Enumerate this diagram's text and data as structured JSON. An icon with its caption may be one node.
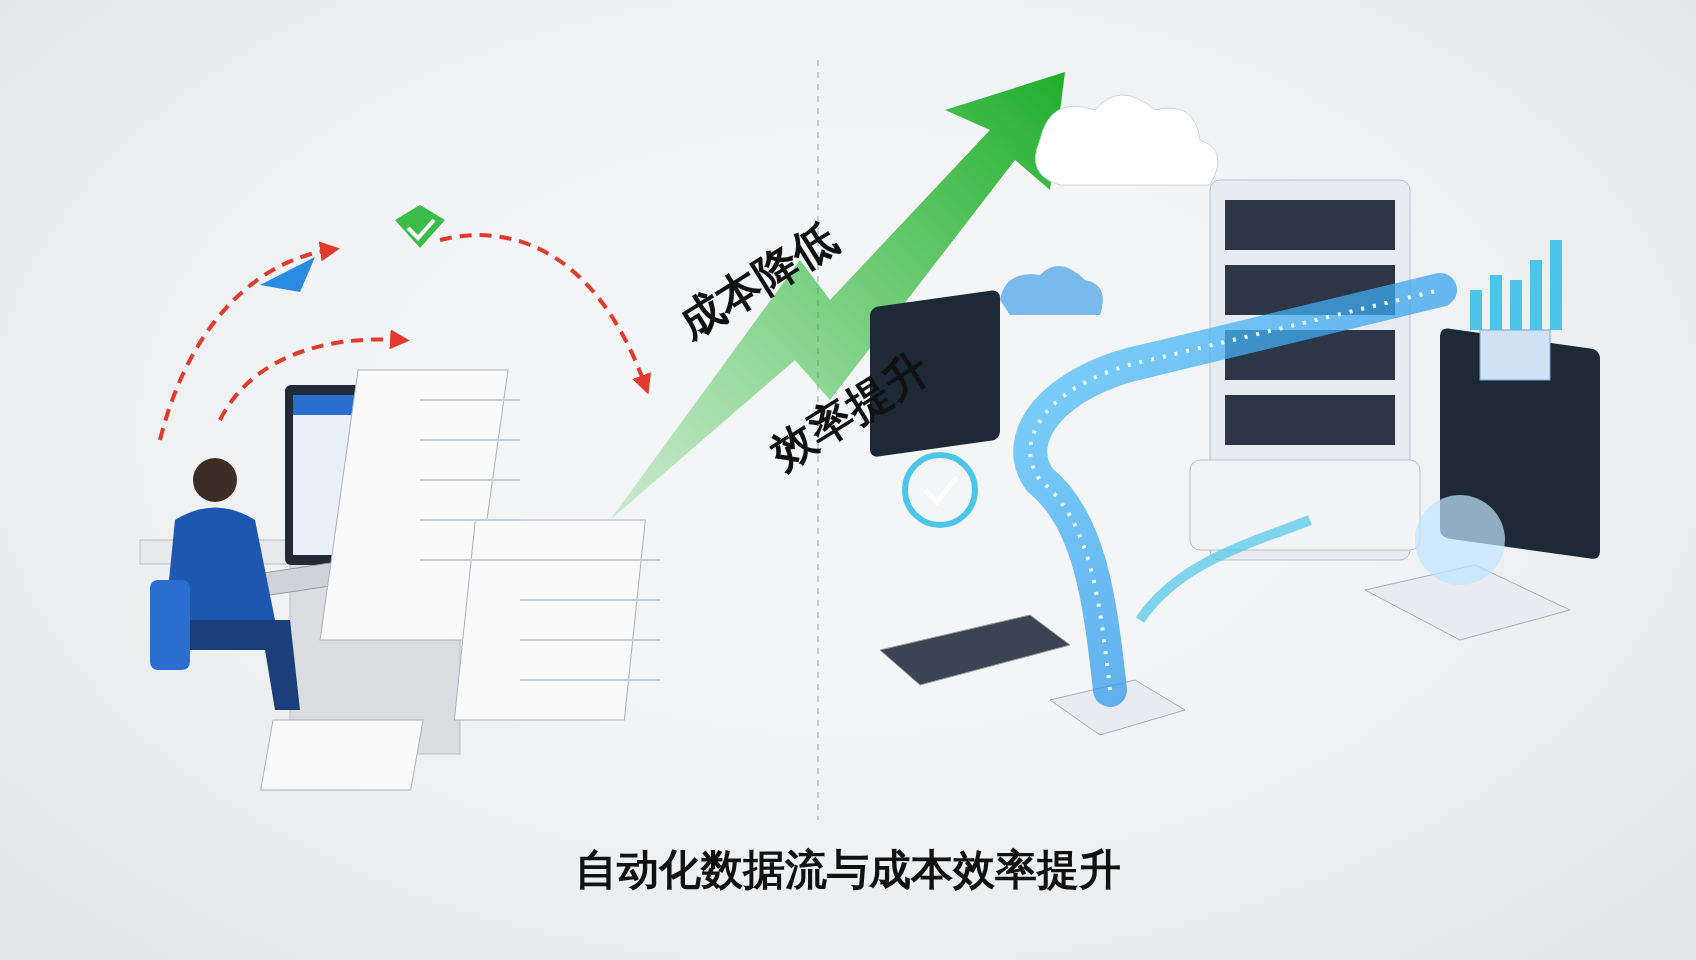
{
  "diagram": {
    "caption": "自动化数据流与成本效率提升",
    "labels": [
      "成本降低",
      "效率提升"
    ]
  }
}
